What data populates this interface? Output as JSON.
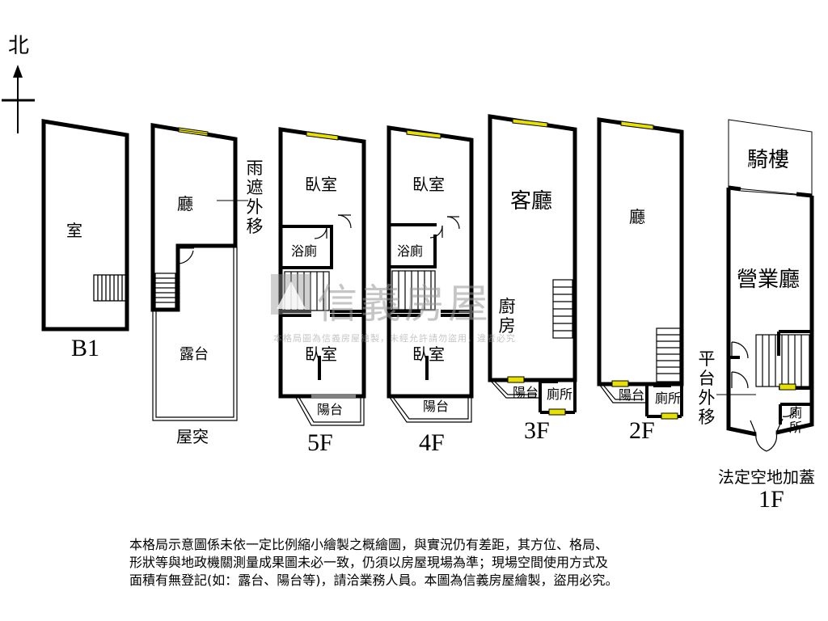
{
  "compass": {
    "north_label": "北"
  },
  "floors": {
    "b1": {
      "floor_label": "B1",
      "room": "室"
    },
    "roof": {
      "floor_label": "屋突",
      "hall": "廳",
      "terrace": "露台",
      "canopy_note": "雨遮外移"
    },
    "f5": {
      "floor_label": "5F",
      "bedroom_top": "臥室",
      "bath": "浴廁",
      "bedroom_bottom": "臥室",
      "balcony": "陽台"
    },
    "f4": {
      "floor_label": "4F",
      "bedroom_top": "臥室",
      "bath": "浴廁",
      "bedroom_bottom": "臥室",
      "balcony": "陽台"
    },
    "f3": {
      "floor_label": "3F",
      "living": "客廳",
      "kitchen": "廚房",
      "balcony": "陽台",
      "toilet": "廁所"
    },
    "f2": {
      "floor_label": "2F",
      "hall": "廳",
      "balcony": "陽台",
      "toilet": "廁所"
    },
    "f1": {
      "floor_label": "1F",
      "arcade": "騎樓",
      "business_hall": "營業廳",
      "platform_note": "平台外移",
      "toilet": "廁所",
      "legal_note": "法定空地加蓋"
    }
  },
  "watermark": {
    "brand": "信義房屋",
    "notice": "本格局圖為信義房屋繪製，未經允許請勿盜用，違者必究"
  },
  "disclaimer": [
    "本格局示意圖係未依一定比例縮小繪製之概繪圖，與實況仍有差距，其方位、格局、",
    "形狀等與地政機關測量成果圖未必一致，仍須以房屋現場為準；現場空間使用方式及",
    "面積有無登記(如：露台、陽台等)，請洽業務人員。本圖為信義房屋繪製，盜用必究。"
  ]
}
